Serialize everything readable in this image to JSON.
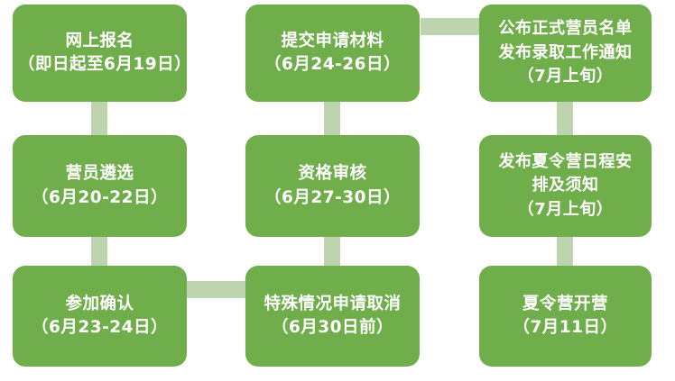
{
  "theme": {
    "node_fill": "#6FAE4A",
    "connector_fill": "#BDD4AE",
    "node_text_color": "#FFFFFF",
    "background": "#FFFFFF"
  },
  "diagram": {
    "type": "flowchart",
    "title": "",
    "columns": 3,
    "rows": 3
  },
  "nodes": [
    {
      "id": "online-registration",
      "column": 0,
      "row": 0,
      "lines": [
        "网上报名",
        "（即日起至6月19日）"
      ]
    },
    {
      "id": "submit-application-materials",
      "column": 1,
      "row": 0,
      "lines": [
        "提交申请材料",
        "（6月24-26日）"
      ]
    },
    {
      "id": "announce-camper-list",
      "column": 2,
      "row": 0,
      "lines": [
        "公布正式营员名单",
        "发布录取工作通知",
        "（7月上旬）"
      ]
    },
    {
      "id": "camper-selection",
      "column": 0,
      "row": 1,
      "lines": [
        "营员遴选",
        "（6月20-22日）"
      ]
    },
    {
      "id": "qualification-review",
      "column": 1,
      "row": 1,
      "lines": [
        "资格审核",
        "（6月27-30日）"
      ]
    },
    {
      "id": "publish-schedule-notice",
      "column": 2,
      "row": 1,
      "lines": [
        "发布夏令营日程安",
        "排及须知",
        "（7月上旬）"
      ]
    },
    {
      "id": "participation-confirmation",
      "column": 0,
      "row": 2,
      "lines": [
        "参加确认",
        "（6月23-24日）"
      ]
    },
    {
      "id": "special-case-cancellation",
      "column": 1,
      "row": 2,
      "lines": [
        "特殊情况申请取消",
        "（6月30日前）"
      ]
    },
    {
      "id": "camp-opening",
      "column": 2,
      "row": 2,
      "lines": [
        "夏令营开营",
        "（7月11日）"
      ]
    }
  ],
  "connectors": [
    {
      "id": "conn-col0-row0-to-row1",
      "orientation": "vertical",
      "from": "online-registration",
      "to": "camper-selection"
    },
    {
      "id": "conn-col0-row1-to-row2",
      "orientation": "vertical",
      "from": "camper-selection",
      "to": "participation-confirmation"
    },
    {
      "id": "conn-col1-row0-to-row1",
      "orientation": "vertical",
      "from": "submit-application-materials",
      "to": "qualification-review"
    },
    {
      "id": "conn-col1-row1-to-row2",
      "orientation": "vertical",
      "from": "qualification-review",
      "to": "special-case-cancellation"
    },
    {
      "id": "conn-col2-row0-to-row1",
      "orientation": "vertical",
      "from": "announce-camper-list",
      "to": "publish-schedule-notice"
    },
    {
      "id": "conn-col2-row1-to-row2",
      "orientation": "vertical",
      "from": "publish-schedule-notice",
      "to": "camp-opening"
    },
    {
      "id": "conn-row0-col1-to-col2",
      "orientation": "horizontal",
      "from": "submit-application-materials",
      "to": "announce-camper-list"
    },
    {
      "id": "conn-row2-col0-to-col1",
      "orientation": "horizontal",
      "from": "participation-confirmation",
      "to": "special-case-cancellation"
    }
  ]
}
